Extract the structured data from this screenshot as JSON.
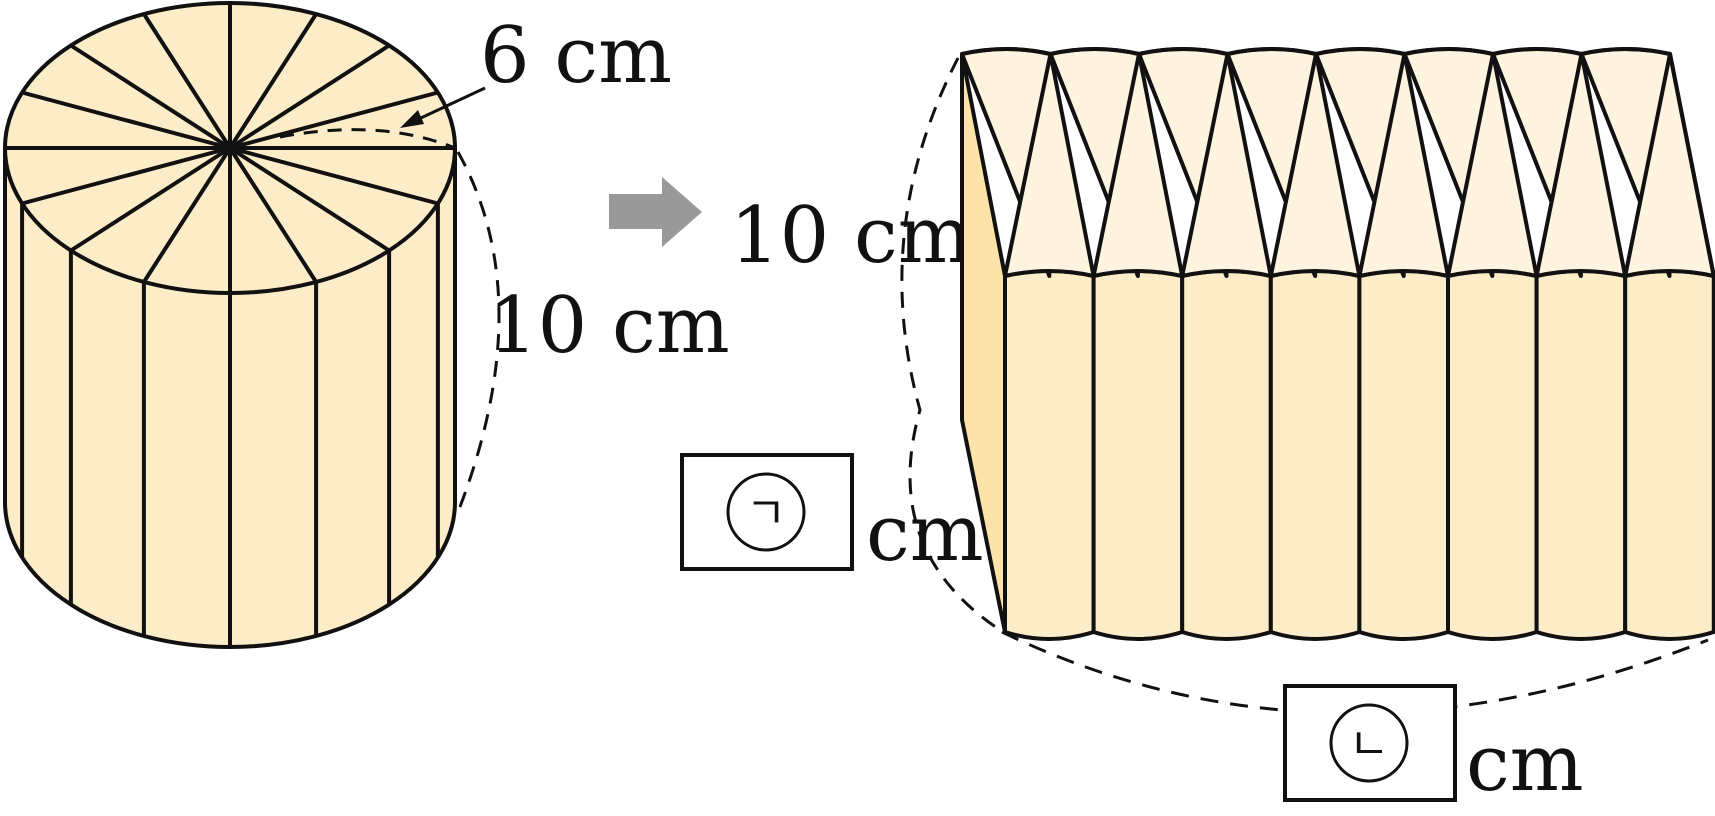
{
  "colors": {
    "fill": "#fdecc8",
    "fill_light": "#fdf3de",
    "fill_side": "#fde3aa",
    "stroke": "#111111",
    "arrow": "#999999"
  },
  "labels": {
    "radius": "6 cm",
    "height_cylinder": "10 cm",
    "height_prism": "10 cm",
    "unit_a": "cm",
    "unit_b": "cm"
  },
  "blanks": {
    "a_symbol": "ㄱ",
    "b_symbol": "ㄴ"
  }
}
